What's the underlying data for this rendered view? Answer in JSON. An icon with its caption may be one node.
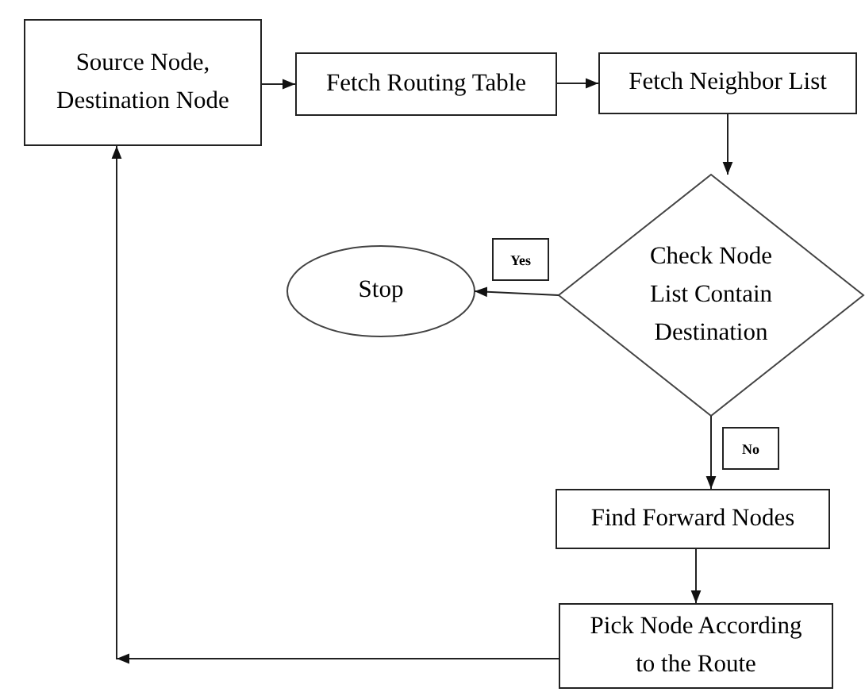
{
  "diagram": {
    "nodes": [
      {
        "text": [
          "Source Node, Destination Node"
        ]
      },
      {
        "text": [
          "Fetch Routing Table"
        ]
      },
      {
        "text": [
          "Fetch Neighbor List"
        ]
      },
      {
        "text": [
          "Check Node List Contain Destination"
        ]
      },
      {
        "text": [
          "Stop"
        ]
      },
      {
        "text": [
          "Find Forward Nodes"
        ]
      },
      {
        "text": [
          "Pick Node According to the Route"
        ]
      }
    ],
    "edges": [
      {
        "from": 0,
        "to": 1,
        "arrow": "to"
      },
      {
        "from": 1,
        "to": 2,
        "arrow": "to"
      },
      {
        "from": 2,
        "to": 3,
        "arrow": "to"
      },
      {
        "from": 3,
        "to": 4,
        "arrow": "to",
        "label": "Yes"
      },
      {
        "from": 3,
        "to": 5,
        "arrow": "to",
        "label": "No"
      },
      {
        "from": 5,
        "to": 6,
        "arrow": "to"
      },
      {
        "from": 6,
        "to": 0,
        "arrow": "to"
      }
    ]
  }
}
